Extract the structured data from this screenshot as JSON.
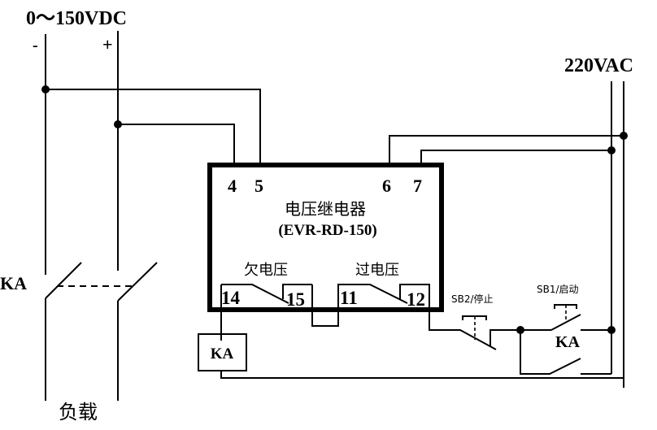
{
  "dc_supply": {
    "label": "0～150VDC",
    "minus": "-",
    "plus": "+"
  },
  "ac_supply": {
    "label": "220VAC"
  },
  "relay": {
    "name": "电压继电器",
    "model": "(EVR-RD-150)",
    "terminals": {
      "t4": "4",
      "t5": "5",
      "t6": "6",
      "t7": "7",
      "t14": "14",
      "t15": "15",
      "t11": "11",
      "t12": "12"
    },
    "undervoltage_label": "欠电压",
    "overvoltage_label": "过电压"
  },
  "switches": {
    "sb2": "SB2/停止",
    "sb1": "SB1/启动"
  },
  "ka_labels": {
    "main_contact": "KA",
    "coil": "KA",
    "holding_contact": "KA"
  },
  "load_label": "负载"
}
